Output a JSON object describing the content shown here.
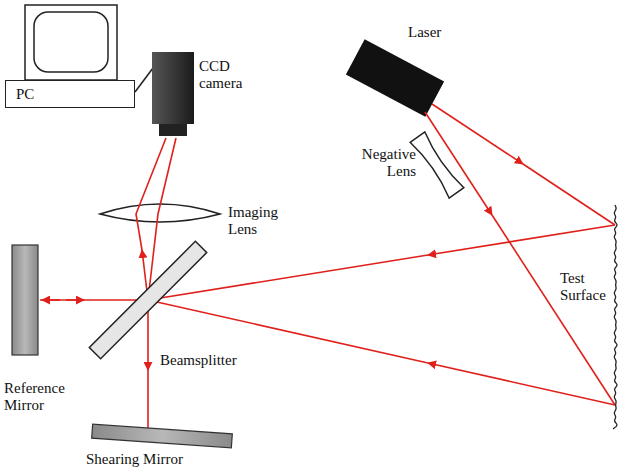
{
  "diagram": {
    "nodes": [
      {
        "text": [
          "PC"
        ]
      }
    ],
    "labels": [
      "CCD camera",
      "Laser",
      "Imaging Lens",
      "Negative Lens",
      "Test Surface",
      "Reference Mirror",
      "Beamsplitter",
      "Shearing Mirror"
    ]
  }
}
